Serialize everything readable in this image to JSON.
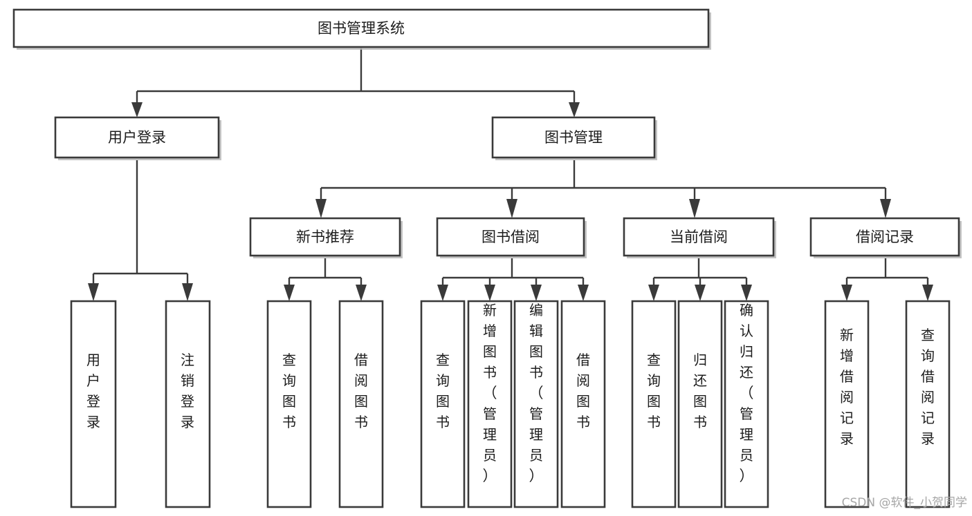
{
  "diagram": {
    "type": "hierarchy-tree",
    "title": "图书管理系统",
    "orientation": "top-down",
    "watermark": "CSDN @软件_小贺同学",
    "colors": {
      "box_fill": "#ffffff",
      "box_stroke": "#3a3a3a",
      "connector": "#3a3a3a",
      "text": "#1c1c1c",
      "watermark": "#a6a6a6",
      "background": "#ffffff"
    },
    "levels": {
      "root": "图书管理系统",
      "level2": [
        "用户登录",
        "图书管理"
      ],
      "level3": [
        "新书推荐",
        "图书借阅",
        "当前借阅",
        "借阅记录"
      ]
    },
    "nodes": {
      "root": {
        "label": "图书管理系统",
        "orientation": "horizontal"
      },
      "user_login": {
        "label": "用户登录",
        "orientation": "horizontal"
      },
      "book_manage": {
        "label": "图书管理",
        "orientation": "horizontal"
      },
      "new_book_rec": {
        "label": "新书推荐",
        "orientation": "horizontal"
      },
      "book_borrow": {
        "label": "图书借阅",
        "orientation": "horizontal"
      },
      "current_borrow": {
        "label": "当前借阅",
        "orientation": "horizontal"
      },
      "borrow_record": {
        "label": "借阅记录",
        "orientation": "horizontal"
      },
      "leaf_user_login": {
        "label": "用户登录",
        "orientation": "vertical"
      },
      "leaf_logout": {
        "label": "注销登录",
        "orientation": "vertical"
      },
      "leaf_query_book_a": {
        "label": "查询图书",
        "orientation": "vertical"
      },
      "leaf_borrow_book_a": {
        "label": "借阅图书",
        "orientation": "vertical"
      },
      "leaf_query_book_b": {
        "label": "查询图书",
        "orientation": "vertical"
      },
      "leaf_add_book": {
        "label": "新增图书（管理员）",
        "orientation": "vertical"
      },
      "leaf_edit_book": {
        "label": "编辑图书（管理员）",
        "orientation": "vertical"
      },
      "leaf_borrow_book_b": {
        "label": "借阅图书",
        "orientation": "vertical"
      },
      "leaf_query_book_c": {
        "label": "查询图书",
        "orientation": "vertical"
      },
      "leaf_return_book": {
        "label": "归还图书",
        "orientation": "vertical"
      },
      "leaf_confirm_return": {
        "label": "确认归还（管理员）",
        "orientation": "vertical"
      },
      "leaf_add_record": {
        "label": "新增借阅记录",
        "orientation": "vertical"
      },
      "leaf_query_record": {
        "label": "查询借阅记录",
        "orientation": "vertical"
      }
    },
    "edges": [
      {
        "from": "图书管理系统",
        "to": "用户登录"
      },
      {
        "from": "图书管理系统",
        "to": "图书管理"
      },
      {
        "from": "用户登录",
        "to": "用户登录"
      },
      {
        "from": "用户登录",
        "to": "注销登录"
      },
      {
        "from": "图书管理",
        "to": "新书推荐"
      },
      {
        "from": "图书管理",
        "to": "图书借阅"
      },
      {
        "from": "图书管理",
        "to": "当前借阅"
      },
      {
        "from": "图书管理",
        "to": "借阅记录"
      },
      {
        "from": "新书推荐",
        "to": "查询图书"
      },
      {
        "from": "新书推荐",
        "to": "借阅图书"
      },
      {
        "from": "图书借阅",
        "to": "查询图书"
      },
      {
        "from": "图书借阅",
        "to": "新增图书（管理员）"
      },
      {
        "from": "图书借阅",
        "to": "编辑图书（管理员）"
      },
      {
        "from": "图书借阅",
        "to": "借阅图书"
      },
      {
        "from": "当前借阅",
        "to": "查询图书"
      },
      {
        "from": "当前借阅",
        "to": "归还图书"
      },
      {
        "from": "当前借阅",
        "to": "确认归还（管理员）"
      },
      {
        "from": "借阅记录",
        "to": "新增借阅记录"
      },
      {
        "from": "借阅记录",
        "to": "查询借阅记录"
      }
    ]
  }
}
